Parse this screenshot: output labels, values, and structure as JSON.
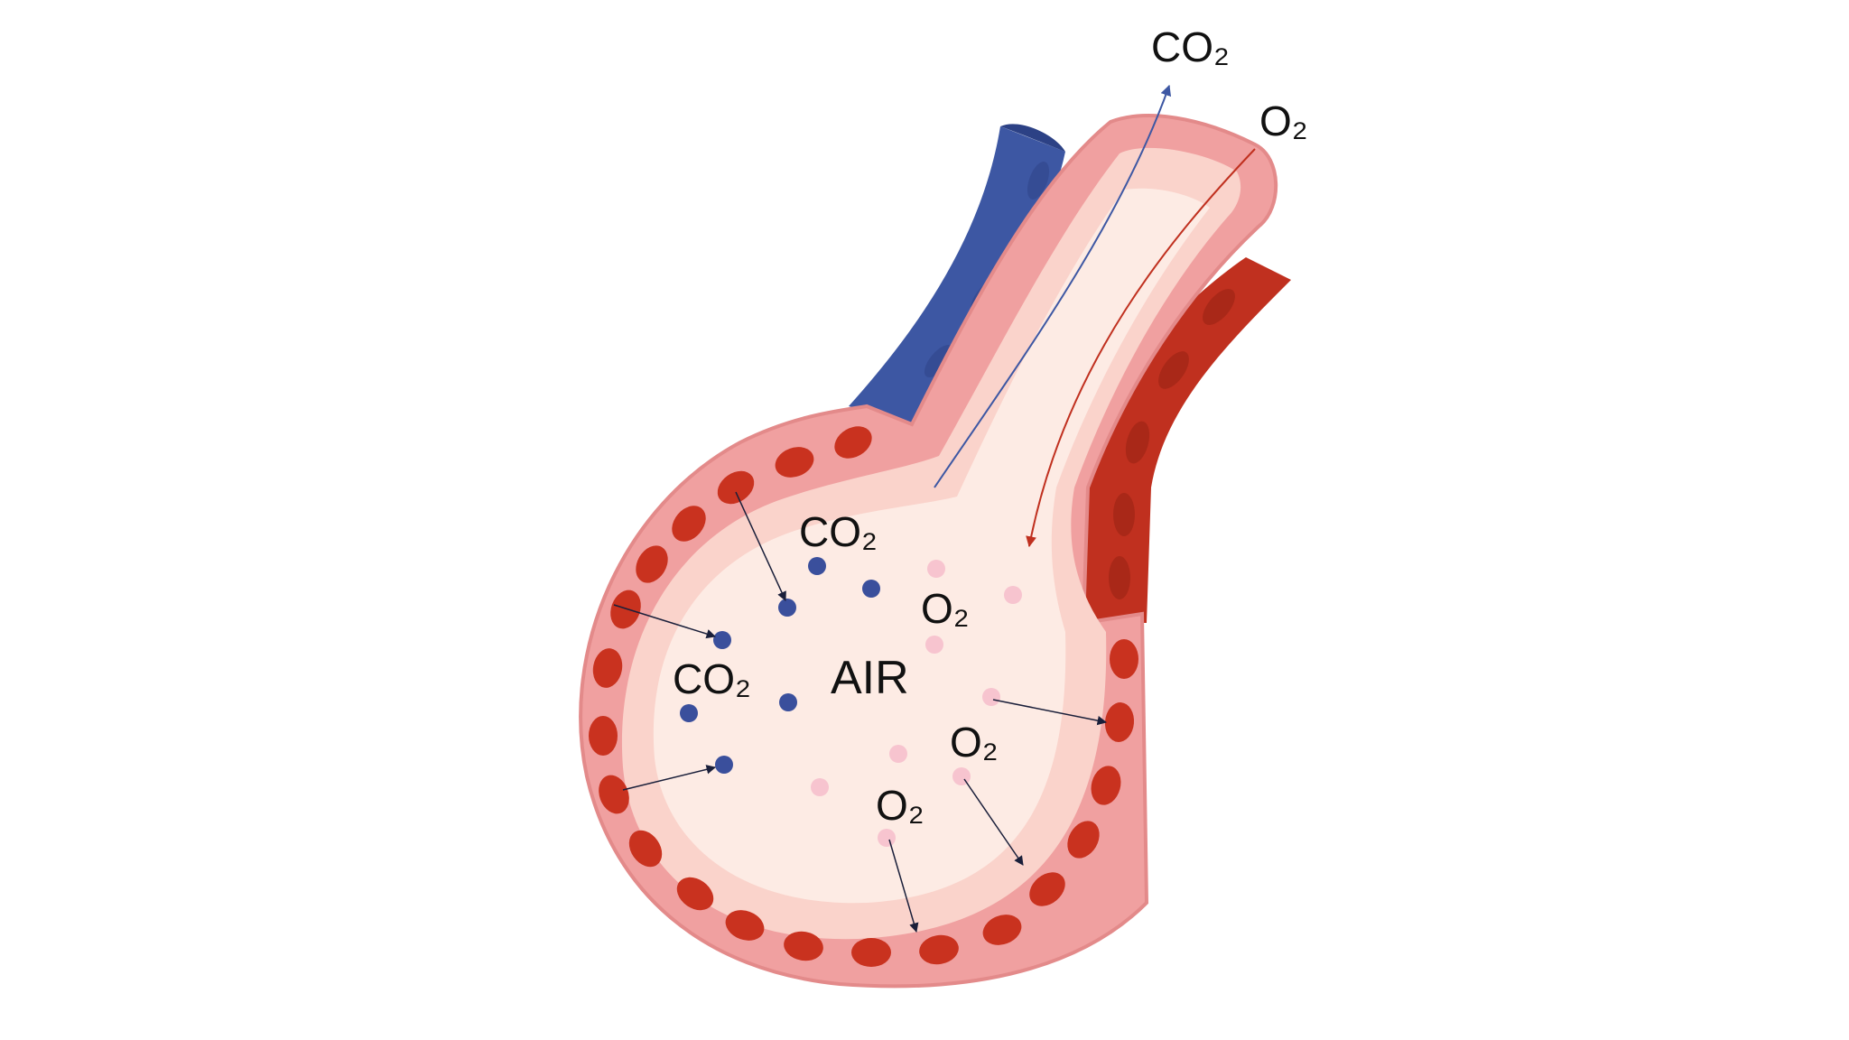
{
  "labels": {
    "co2_top": "CO₂",
    "o2_top": "O₂",
    "air": "AIR",
    "co2_inner_1": "CO₂",
    "co2_inner_2": "CO₂",
    "o2_inner_1": "O₂",
    "o2_inner_2": "O₂",
    "o2_inner_3": "O₂"
  },
  "colors": {
    "deoxygenated_blood": "#3d57a3",
    "oxygenated_blood": "#c0301f",
    "red_cell": "#c9321f",
    "tissue_outer": "#f0a0a0",
    "tissue_light": "#fad3cb",
    "air_space": "#fdebe4",
    "co2_molecule": "#3a4f9c",
    "o2_molecule": "#f7c4cf",
    "co2_arrow": "#3d57a3",
    "o2_arrow": "#c0301f",
    "diffusion_arrow": "#1a1f3a"
  }
}
